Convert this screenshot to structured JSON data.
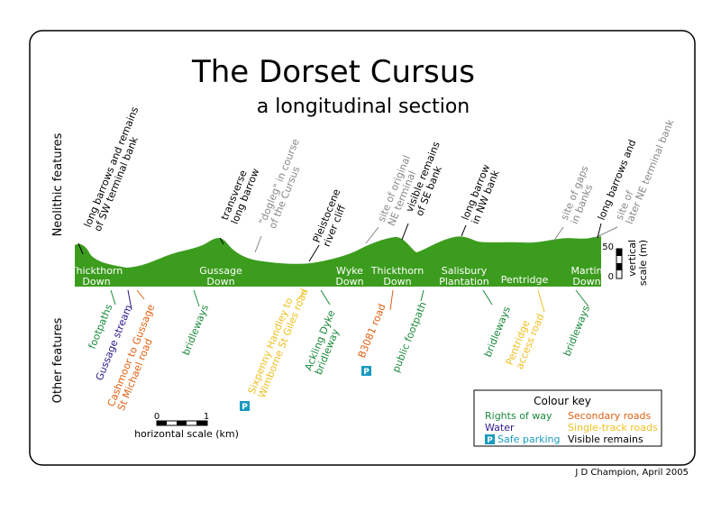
{
  "title": "The Dorset Cursus",
  "subtitle": "a longitudinal section",
  "credit": "J D Champion, April 2005",
  "axis_labels": {
    "top": "Neolithic features",
    "bottom": "Other features"
  },
  "colors": {
    "ground": "#3c9c1e",
    "rights_of_way": "#1a8a3c",
    "water": "#2a1a8c",
    "secondary_roads": "#e06010",
    "single_track_roads": "#f0c020",
    "visible_remains": "#000000",
    "original_feature": "#888888",
    "parking": "#1a9ac0"
  },
  "neolithic_features": [
    {
      "text": [
        "long barrows and remains",
        "of SW terminal bank"
      ],
      "kind": "visible_remains"
    },
    {
      "text": [
        "transverse",
        "long barrow"
      ],
      "kind": "visible_remains"
    },
    {
      "text": [
        "\"dogleg\" in course",
        "of the Cursus"
      ],
      "kind": "original_feature"
    },
    {
      "text": [
        "Pleistocene",
        "river cliff"
      ],
      "kind": "visible_remains"
    },
    {
      "text": [
        "site of original",
        "NE terminal"
      ],
      "kind": "original_feature"
    },
    {
      "text": [
        "visible remains",
        "of SE bank"
      ],
      "kind": "visible_remains"
    },
    {
      "text": [
        "long barrow",
        "in NW bank"
      ],
      "kind": "visible_remains"
    },
    {
      "text": [
        "site of gaps",
        "in banks"
      ],
      "kind": "original_feature"
    },
    {
      "text": [
        "site of",
        "later NE terminal bank"
      ],
      "kind": "original_feature"
    },
    {
      "text": [
        "long barrows and"
      ],
      "kind": "visible_remains"
    }
  ],
  "downs": [
    {
      "text": [
        "Thickthorn",
        "Down"
      ]
    },
    {
      "text": [
        "Gussage",
        "Down"
      ]
    },
    {
      "text": [
        "Wyke",
        "Down"
      ]
    },
    {
      "text": [
        "Thickthorn",
        "Down"
      ]
    },
    {
      "text": [
        "Salisbury",
        "Plantation"
      ]
    },
    {
      "text": [
        "Pentridge"
      ]
    },
    {
      "text": [
        "Martin",
        "Down"
      ]
    }
  ],
  "other_features": [
    {
      "text": [
        "footpaths"
      ],
      "kind": "rights_of_way"
    },
    {
      "text": [
        "Gussage stream"
      ],
      "kind": "water"
    },
    {
      "text": [
        "Cashmoor to Gussage",
        "St Michael road"
      ],
      "kind": "secondary_roads"
    },
    {
      "text": [
        "bridleways"
      ],
      "kind": "rights_of_way"
    },
    {
      "text": [
        "Sixpenny Handley to",
        "Wimborne St Giles road"
      ],
      "kind": "single_track_roads"
    },
    {
      "text": [
        "Ackling Dyke",
        "bridleway"
      ],
      "kind": "rights_of_way"
    },
    {
      "text": [
        "B3081 road"
      ],
      "kind": "secondary_roads"
    },
    {
      "text": [
        "public footpath"
      ],
      "kind": "rights_of_way"
    },
    {
      "text": [
        "bridleways"
      ],
      "kind": "rights_of_way"
    },
    {
      "text": [
        "Pentridge",
        "access road"
      ],
      "kind": "single_track_roads"
    },
    {
      "text": [
        "bridleways"
      ],
      "kind": "rights_of_way"
    }
  ],
  "parking_symbol": "P",
  "vertical_scale": {
    "ticks": [
      "50",
      "0"
    ],
    "label": "vertical scale (m)"
  },
  "horizontal_scale": {
    "ticks": [
      "0",
      "1"
    ],
    "label": "horizontal scale (km)"
  },
  "legend": {
    "title": "Colour key",
    "items": [
      {
        "label": "Rights of way",
        "kind": "rights_of_way"
      },
      {
        "label": "Secondary roads",
        "kind": "secondary_roads"
      },
      {
        "label": "Water",
        "kind": "water"
      },
      {
        "label": "Single-track roads",
        "kind": "single_track_roads"
      },
      {
        "label": "Safe parking",
        "kind": "parking"
      },
      {
        "label": "Visible remains",
        "kind": "visible_remains"
      }
    ]
  }
}
